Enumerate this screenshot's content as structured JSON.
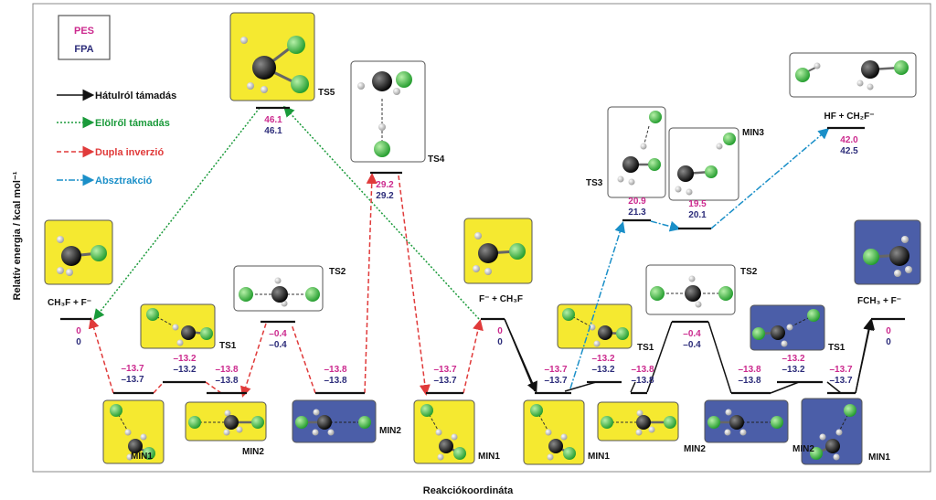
{
  "axes": {
    "ylabel": "Relatív energia / kcal mol⁻¹",
    "xlabel": "Reakciókoordináta"
  },
  "legend_box": {
    "pes": "PES",
    "fpa": "FPA"
  },
  "colors": {
    "pes": "#cc2a8e",
    "fpa": "#2c2c7a",
    "backside": "#111111",
    "frontside": "#1a9a3a",
    "double_inversion": "#e03a3a",
    "abstraction": "#1a8fc8",
    "yellow_panel": "#f5e930",
    "blue_panel": "#4b5ea8"
  },
  "legend": [
    {
      "label": "Hátulról támadás",
      "color": "#111111",
      "dash": "solid"
    },
    {
      "label": "Elölről támadás",
      "color": "#1a9a3a",
      "dash": "dotted"
    },
    {
      "label": "Dupla inverzió",
      "color": "#e03a3a",
      "dash": "dashed"
    },
    {
      "label": "Absztrakció",
      "color": "#1a8fc8",
      "dash": "dashdot"
    }
  ],
  "states": [
    {
      "id": "reac-left",
      "label": "CH₃F + F⁻",
      "pes": "0",
      "fpa": "0"
    },
    {
      "id": "min1-a",
      "label": "MIN1",
      "pes": "–13.7",
      "fpa": "–13.7"
    },
    {
      "id": "ts1-a",
      "label": "TS1",
      "pes": "–13.2",
      "fpa": "–13.2"
    },
    {
      "id": "min2-a",
      "label": "MIN2",
      "pes": "–13.8",
      "fpa": "–13.8"
    },
    {
      "id": "ts2-a",
      "label": "TS2",
      "pes": "–0.4",
      "fpa": "–0.4"
    },
    {
      "id": "ts5",
      "label": "TS5",
      "pes": "46.1",
      "fpa": "46.1"
    },
    {
      "id": "min2-b",
      "label": "MIN2",
      "pes": "–13.8",
      "fpa": "–13.8"
    },
    {
      "id": "ts4",
      "label": "TS4",
      "pes": "29.2",
      "fpa": "29.2"
    },
    {
      "id": "min1-b",
      "label": "MIN1",
      "pes": "–13.7",
      "fpa": "–13.7"
    },
    {
      "id": "reac-right",
      "label": "F⁻ + CH₃F",
      "pes": "0",
      "fpa": "0"
    },
    {
      "id": "min1-c",
      "label": "MIN1",
      "pes": "–13.7",
      "fpa": "–13.7"
    },
    {
      "id": "ts1-b",
      "label": "TS1",
      "pes": "–13.2",
      "fpa": "–13.2"
    },
    {
      "id": "min2-c",
      "label": "MIN2",
      "pes": "–13.8",
      "fpa": "–13.8"
    },
    {
      "id": "ts2-b",
      "label": "TS2",
      "pes": "–0.4",
      "fpa": "–0.4"
    },
    {
      "id": "ts3",
      "label": "TS3",
      "pes": "20.9",
      "fpa": "21.3"
    },
    {
      "id": "min3",
      "label": "MIN3",
      "pes": "19.5",
      "fpa": "20.1"
    },
    {
      "id": "prod-abs",
      "label": "HF + CH₂F⁻",
      "pes": "42.0",
      "fpa": "42.5"
    },
    {
      "id": "min2-d",
      "label": "MIN2",
      "pes": "–13.8",
      "fpa": "–13.8"
    },
    {
      "id": "ts1-c",
      "label": "TS1",
      "pes": "–13.2",
      "fpa": "–13.2"
    },
    {
      "id": "min1-d",
      "label": "MIN1",
      "pes": "–13.7",
      "fpa": "–13.7"
    },
    {
      "id": "prod-right",
      "label": "FCH₃ + F⁻",
      "pes": "0",
      "fpa": "0"
    }
  ]
}
